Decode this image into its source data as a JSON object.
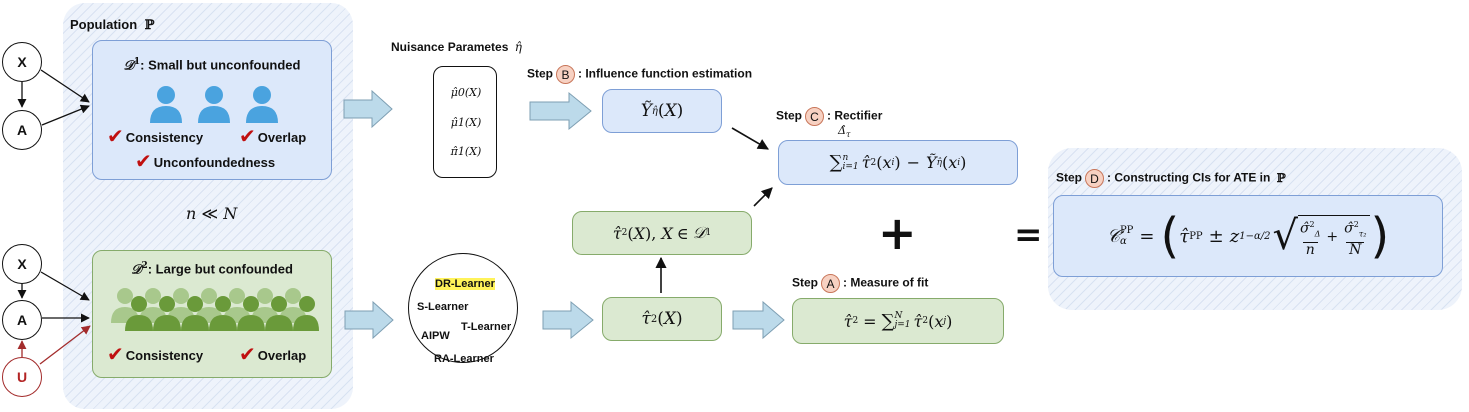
{
  "population": {
    "title": "Population",
    "symbol": "ℙ"
  },
  "dag_top": {
    "x": "X",
    "a": "A"
  },
  "dag_bottom": {
    "x": "X",
    "a": "A",
    "u": "U"
  },
  "d1": {
    "sup": "1",
    "label": ": Small but unconfounded",
    "checks": [
      "Consistency",
      "Overlap",
      "Unconfoundedness"
    ]
  },
  "relation": {
    "lhs": "n",
    "op": "≪",
    "rhs": "N"
  },
  "d2": {
    "sup": "2",
    "label": ": Large but confounded",
    "checks": [
      "Consistency",
      "Overlap"
    ]
  },
  "nuisance": {
    "title": "Nuisance Parametes",
    "symbol": "η̂",
    "items": [
      "μ̂0(X)",
      "μ̂1(X)",
      "π̂1(X)"
    ]
  },
  "learners": [
    "DR-Learner",
    "S-Learner",
    "T-Learner",
    "AIPW",
    "RA-Learner"
  ],
  "steps": {
    "b": {
      "word": "Step",
      "letter": "B",
      "label": ": Influence function estimation"
    },
    "c": {
      "word": "Step",
      "letter": "C",
      "label": ": Rectifier"
    },
    "a": {
      "word": "Step",
      "letter": "A",
      "label": ": Measure of fit"
    },
    "d": {
      "word": "Step",
      "letter": "D",
      "label": ": Constructing CIs for ATE in",
      "symbol": "ℙ"
    }
  },
  "operators": {
    "plus": "+",
    "equals": "="
  },
  "colors": {
    "blue_fill": "#dce8fa",
    "green_fill": "#dbe9d1",
    "arrow_fill": "#bcdaea",
    "check_red": "#c01010",
    "people_blue": "#4aa3df",
    "people_green": "#6a9a3a"
  },
  "icons": [
    "person-icon",
    "crowd-icon",
    "check-icon",
    "block-arrow-icon"
  ]
}
